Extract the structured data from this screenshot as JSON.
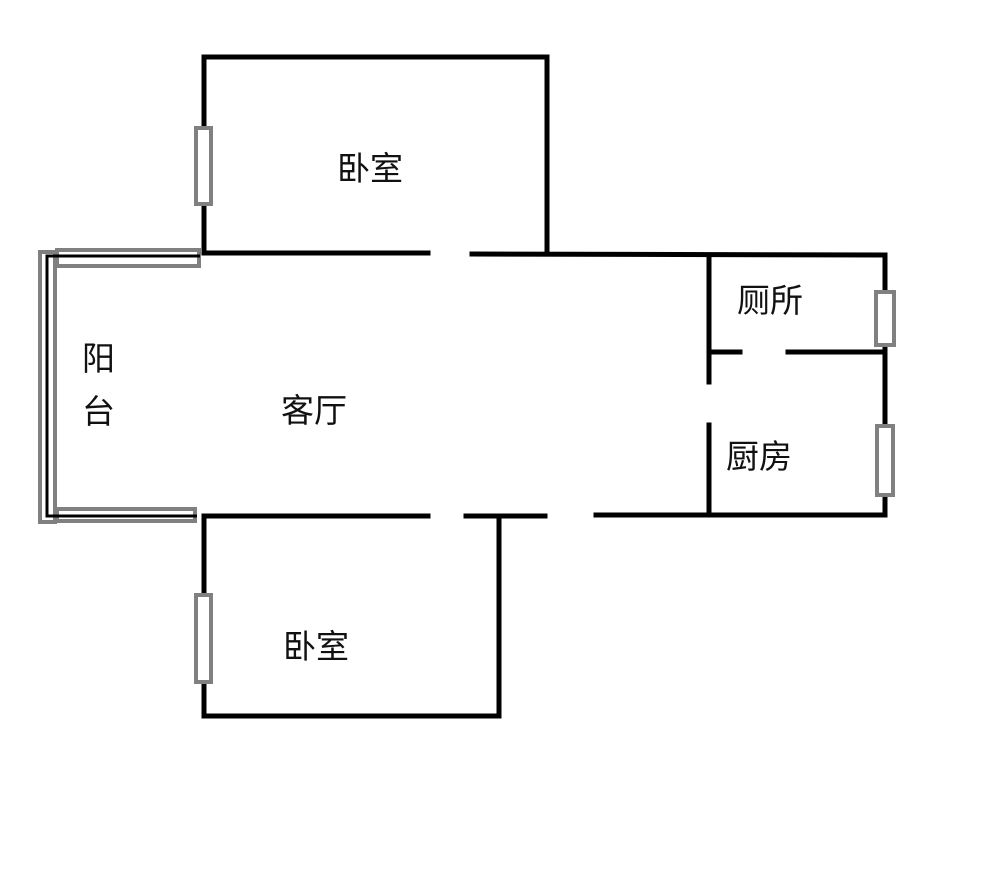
{
  "rooms": {
    "bedroom_top": "卧室",
    "balcony_line1": "阳",
    "balcony_line2": "台",
    "living_room": "客厅",
    "toilet": "厕所",
    "kitchen": "厨房",
    "bedroom_bottom": "卧室"
  },
  "colors": {
    "wall": "#000000",
    "window": "#808080"
  }
}
